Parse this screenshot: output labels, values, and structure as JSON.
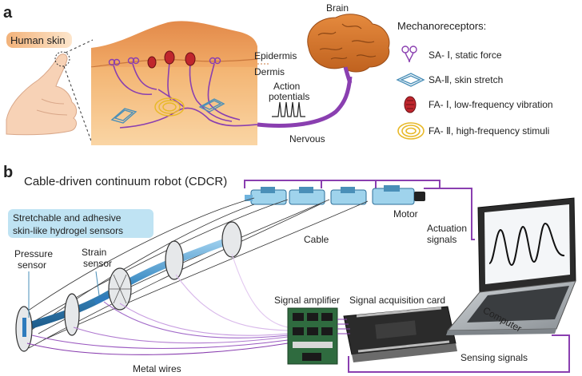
{
  "panel_a": {
    "label": "a",
    "skin_label": "Human skin",
    "layers": {
      "epidermis": "Epidermis",
      "dermis": "Dermis"
    },
    "brain": "Brain",
    "action_potentials": [
      "Action",
      "potentials"
    ],
    "nervous": "Nervous",
    "legend_title": "Mechanoreceptors:",
    "receptors": [
      {
        "name": "SA- Ⅰ",
        "desc": ", static force"
      },
      {
        "name": "SA-Ⅱ",
        "desc": ", skin stretch"
      },
      {
        "name": "FA- Ⅰ",
        "desc": ", low-frequency vibration"
      },
      {
        "name": "FA- Ⅱ",
        "desc": ", high-frequency stimuli"
      }
    ]
  },
  "panel_b": {
    "label": "b",
    "title": "Cable-driven continuum robot (CDCR)",
    "sensor_box": [
      "Stretchable and adhesive",
      "skin-like hydrogel sensors"
    ],
    "pressure_sensor": [
      "Pressure",
      "sensor"
    ],
    "strain_sensor": [
      "Strain",
      "sensor"
    ],
    "cable": "Cable",
    "motor": "Motor",
    "actuation": [
      "Actuation",
      "signals"
    ],
    "signal_amplifier": "Signal amplifier",
    "signal_acquisition": "Signal acquisition card",
    "computer": "Computer",
    "metal_wires": "Metal wires",
    "sensing_signals": "Sensing signals"
  },
  "colors": {
    "skin_dark": "#e38a4a",
    "skin_light": "#fcdcae",
    "nerve": "#8a3fb0",
    "brain": "#d9772e",
    "robot_blue": "#5aa6d6",
    "sensor_box_bg": "#bfe3f3"
  }
}
